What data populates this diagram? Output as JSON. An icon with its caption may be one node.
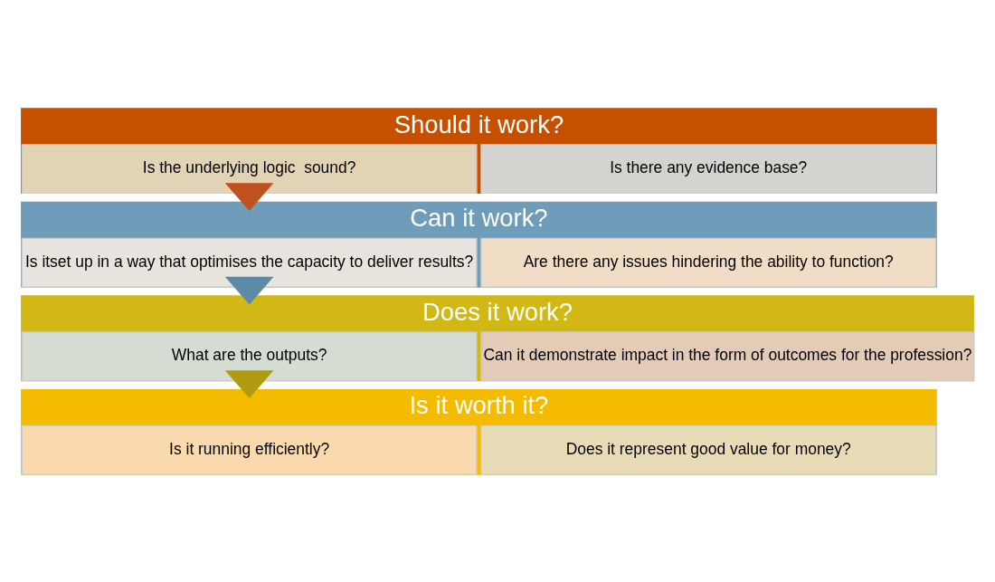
{
  "diagram": {
    "nodes": [
      {
        "text": [
          "Should it work?"
        ]
      },
      {
        "text": [
          "Is the underlying logic  sound?"
        ],
        "in": 0
      },
      {
        "text": [
          "Is there any evidence base?"
        ],
        "in": 0
      },
      {
        "text": [
          "Can it work?"
        ]
      },
      {
        "text": [
          "Is itset up in a way that optimises the capacity to deliver results?"
        ],
        "in": 3
      },
      {
        "text": [
          "Are there any issues hindering the ability to function?"
        ],
        "in": 3
      },
      {
        "text": [
          "Does it work?"
        ]
      },
      {
        "text": [
          "What are the outputs?"
        ],
        "in": 6
      },
      {
        "text": [
          "Can it demonstrate impact in the form of outcomes for the profession?"
        ],
        "in": 6
      },
      {
        "text": [
          "Is it worth it?"
        ]
      },
      {
        "text": [
          "Is it running efficiently?"
        ],
        "in": 9
      },
      {
        "text": [
          "Does it represent good value for money?"
        ],
        "in": 9
      }
    ],
    "edges": [
      {
        "from": 0,
        "to": 3,
        "arrow": "to",
        "color": "#c0501e"
      },
      {
        "from": 3,
        "to": 6,
        "arrow": "to",
        "color": "#5f8aa6"
      },
      {
        "from": 6,
        "to": 9,
        "arrow": "to",
        "color": "#b09a10"
      }
    ]
  }
}
